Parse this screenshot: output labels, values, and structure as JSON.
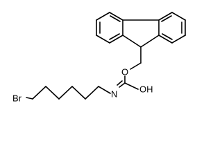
{
  "atoms": {
    "oxygen_ether": "O",
    "hydroxyl": "OH",
    "nitrogen": "N",
    "bromine": "Br"
  }
}
